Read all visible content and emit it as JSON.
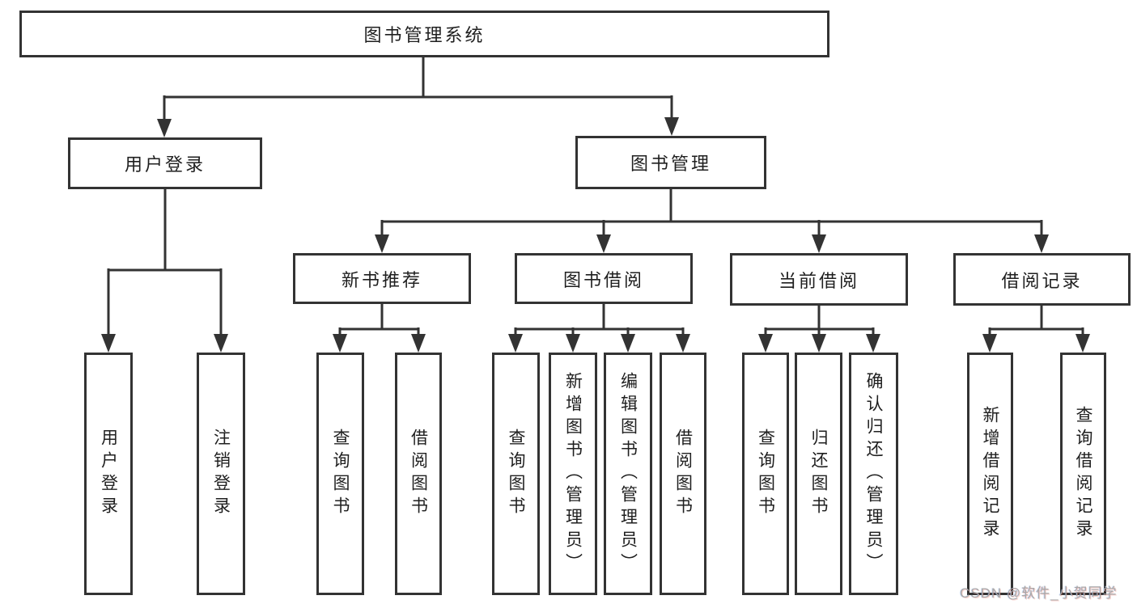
{
  "diagram": {
    "root": {
      "label": "图书管理系统"
    },
    "branches": {
      "user_login": {
        "label": "用户登录",
        "children": [
          "用户登录",
          "注销登录"
        ]
      },
      "book_management": {
        "label": "图书管理",
        "sections": [
          {
            "label": "新书推荐",
            "children": [
              "查询图书",
              "借阅图书"
            ]
          },
          {
            "label": "图书借阅",
            "children": [
              "查询图书",
              "新增图书（管理员）",
              "编辑图书（管理员）",
              "借阅图书"
            ]
          },
          {
            "label": "当前借阅",
            "children": [
              "查询图书",
              "归还图书",
              "确认归还（管理员）"
            ]
          },
          {
            "label": "借阅记录",
            "children": [
              "新增借阅记录",
              "查询借阅记录"
            ]
          }
        ]
      }
    }
  },
  "watermark": {
    "text": "CSDN @软件_小贺同学"
  },
  "colors": {
    "line": "#333333",
    "box_fill": "#ffffff",
    "text": "#1f1f1f",
    "watermark": "#a8a8a8",
    "background": "#ffffff"
  }
}
